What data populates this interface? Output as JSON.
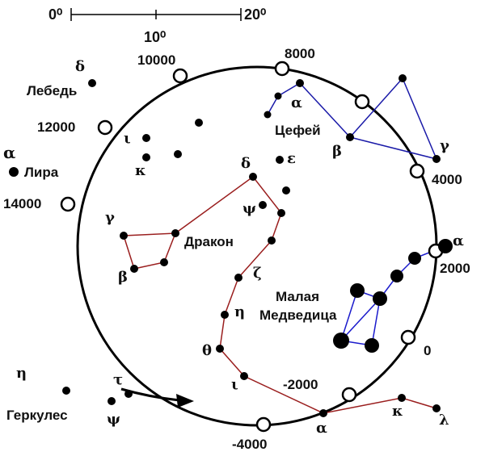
{
  "scale": {
    "tick_labels": [
      "0⁰",
      "10⁰",
      "20⁰"
    ]
  },
  "year_markers": [
    "10000",
    "8000",
    "12000",
    "14000",
    "4000",
    "2000",
    "0",
    "-2000",
    "-4000"
  ],
  "constellations": {
    "cygnus": {
      "name": "Лебедь",
      "stars": [
        "δ"
      ]
    },
    "lyra": {
      "name": "Лира",
      "stars": [
        "α"
      ]
    },
    "cepheus": {
      "name": "Цефей",
      "stars": [
        "α",
        "β",
        "γ"
      ]
    },
    "draco": {
      "name": "Дракон",
      "stars": [
        "δ",
        "ε",
        "ψ",
        "γ",
        "β",
        "ζ",
        "η",
        "θ",
        "ι",
        "ι",
        "κ"
      ]
    },
    "ursa_minor": {
      "name_line1": "Малая",
      "name_line2": "Медведица",
      "stars": [
        "α"
      ]
    },
    "hercules": {
      "name": "Геркулес",
      "stars": [
        "η",
        "τ",
        "ψ"
      ]
    }
  },
  "extra_labels": [
    "α",
    "κ",
    "λ"
  ],
  "colors": {
    "ink": "#000000",
    "cepheus_lines": "#1a1aa8",
    "draco_lines": "#9a1e1e",
    "ursa_minor_lines": "#1a1acc"
  }
}
